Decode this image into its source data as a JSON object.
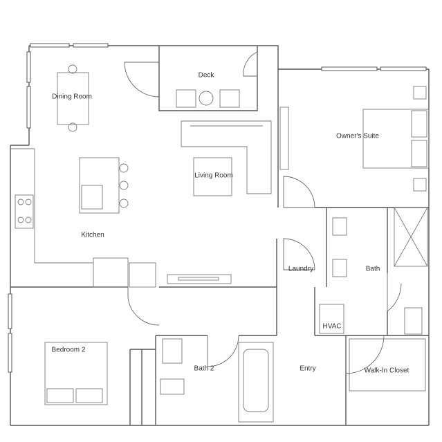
{
  "rooms": {
    "dining_room": "Dining Room",
    "deck": "Deck",
    "owners_suite": "Owner's Suite",
    "living_room": "Living Room",
    "kitchen": "Kitchen",
    "laundry": "Laundry",
    "bath": "Bath",
    "hvac": "HVAC",
    "bedroom_2": "Bedroom 2",
    "bath_2": "Bath 2",
    "entry": "Entry",
    "walk_in_closet": "Walk-In Closet"
  },
  "colors": {
    "wall": "#555555",
    "fixture": "#777777",
    "text": "#333333"
  }
}
